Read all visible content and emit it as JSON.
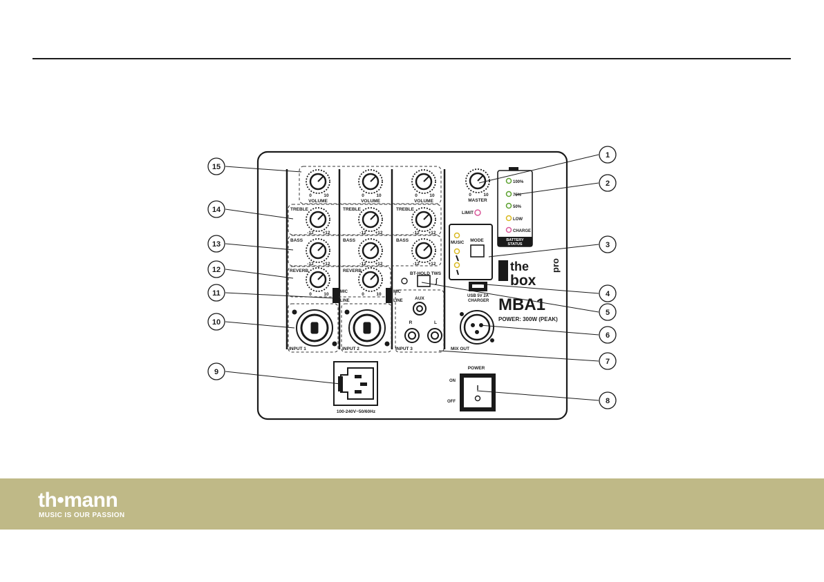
{
  "panel": {
    "channel_labels": {
      "volume": "VOLUME",
      "treble": "TREBLE",
      "bass": "BASS",
      "reverb": "REVERB",
      "min": "0",
      "max": "10",
      "eq_min": "-12",
      "eq_max": "+12"
    },
    "master": "MASTER",
    "limit": "LIMIT",
    "battery_levels": [
      "100%",
      "75%",
      "50%",
      "LOW",
      "CHARGE"
    ],
    "battery_status_line1": "BATTERY",
    "battery_status_line2": "STATUS",
    "music": "MUSIC",
    "mode": "MODE",
    "bt_hold": "BT-HOLD TWS",
    "mic": "MIC",
    "line": "LINE",
    "aux": "AUX",
    "aux_r": "R",
    "aux_l": "L",
    "input1": "INPUT 1",
    "input2": "INPUT 2",
    "input3": "INPUT 3",
    "mix_out": "MIX OUT",
    "usb_line1": "USB 5V 2A",
    "usb_line2": "CHARGER",
    "brand_the": "the",
    "brand_box": "box",
    "brand_pro": "pro",
    "model": "MBA1",
    "power_rating": "POWER: 300W (PEAK)",
    "power": "POWER",
    "on": "ON",
    "off": "OFF",
    "switch_i": "I",
    "mains": "100-240V~50/60Hz"
  },
  "callouts": [
    "1",
    "2",
    "3",
    "4",
    "5",
    "6",
    "7",
    "8",
    "9",
    "10",
    "11",
    "12",
    "13",
    "14",
    "15"
  ],
  "footer": {
    "logo": "th•mann",
    "tagline": "MUSIC IS OUR PASSION"
  },
  "colors": {
    "footer_band": "#bfb987",
    "led_green": "#5aa02c",
    "led_yellow": "#d9b81e",
    "led_pink": "#d9589a"
  }
}
